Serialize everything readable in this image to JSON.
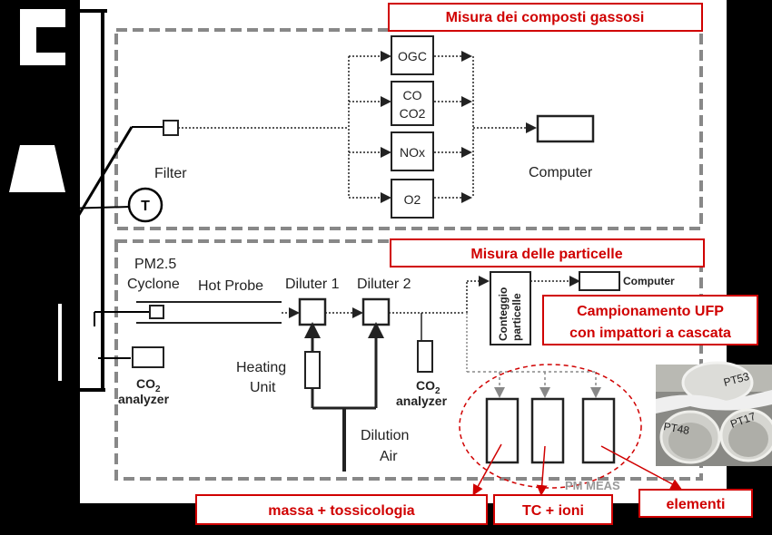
{
  "gas_section": {
    "title": "Misura dei composti gassosi",
    "filter_label": "Filter",
    "thermo_label": "T",
    "analyzers": [
      "OGC",
      "CO",
      "CO2",
      "NOx",
      "O2"
    ],
    "computer_label": "Computer"
  },
  "particle_section": {
    "title": "Misura delle particelle",
    "pm_label": "PM2.5",
    "cyclone_label": "Cyclone",
    "hot_probe_label": "Hot Probe",
    "diluter1_label": "Diluter 1",
    "diluter2_label": "Diluter 2",
    "heating_label_1": "Heating",
    "heating_label_2": "Unit",
    "dilution_label_1": "Dilution",
    "dilution_label_2": "Air",
    "co2_left_1": "CO",
    "co2_left_sub": "2",
    "co2_left_2": "analyzer",
    "co2_right_1": "CO",
    "co2_right_sub": "2",
    "co2_right_2": "analyzer",
    "counter_label_1": "Conteggio",
    "counter_label_2": "particelle",
    "computer_label": "Computer",
    "ufp_title_1": "Campionamento UFP",
    "ufp_title_2": "con impattori a cascata",
    "pm_meas_partial": "PM MEAS"
  },
  "photo": {
    "filter_labels": [
      "PT53",
      "PT48",
      "PT17"
    ]
  },
  "bottom_labels": {
    "mass": "massa + tossicologia",
    "tc": "TC + ioni",
    "elements": "elementi"
  },
  "colors": {
    "red": "#d00000",
    "dash_gray": "#888888",
    "line_dark": "#222222"
  }
}
